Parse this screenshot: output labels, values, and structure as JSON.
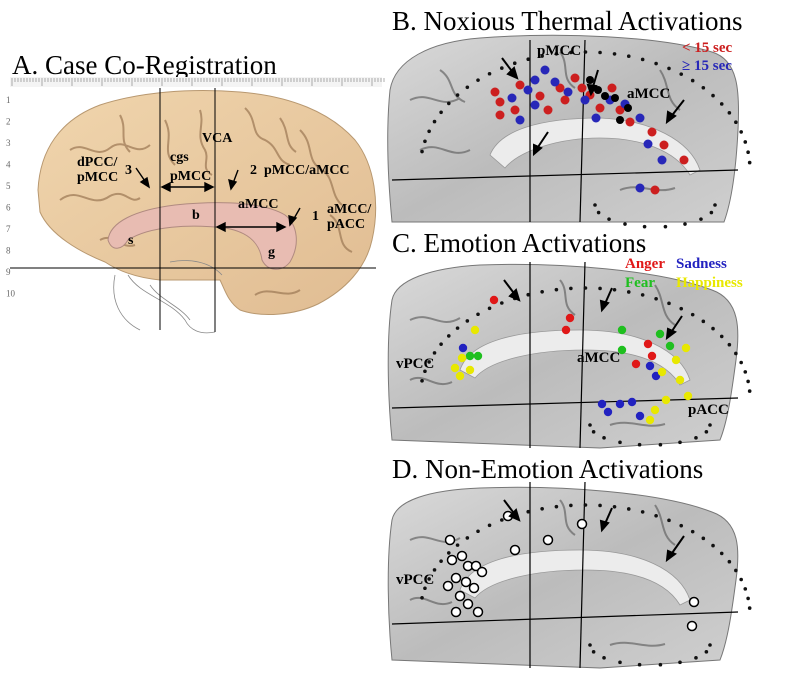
{
  "panels": {
    "a": {
      "title": "A. Case Co-Registration",
      "labels": {
        "vca": "VCA",
        "cgs": "cgs",
        "dpcc": "dPCC/",
        "pmcc_a": "pMCC",
        "n3": "3",
        "pmcc_center": "pMCC",
        "n2": "2",
        "pmcc_amcc": "pMCC/aMCC",
        "amcc": "aMCC",
        "n1": "1",
        "amcc_pacc_1": "aMCC/",
        "amcc_pacc_2": "pACC",
        "s": "s",
        "b": "b",
        "g": "g"
      },
      "ruler_numbers": [
        "1",
        "2",
        "3",
        "4",
        "5",
        "6",
        "7",
        "8",
        "9",
        "10"
      ],
      "colors": {
        "brain": "#e8c8a0",
        "callosum": "#e4b8b0",
        "sulcus": "#a78a68"
      }
    },
    "b": {
      "title": "B. Noxious Thermal Activations",
      "labels": {
        "pmcc": "pMCC",
        "amcc": "aMCC"
      },
      "legend": [
        {
          "label": "< 15 sec",
          "color": "#cc1f1f"
        },
        {
          "label": "≥ 15 sec",
          "color": "#2727b8"
        }
      ]
    },
    "c": {
      "title": "C. Emotion Activations",
      "labels": {
        "vpcc": "vPCC",
        "amcc": "aMCC",
        "pacc": "pACC"
      },
      "legend": [
        {
          "label": "Anger",
          "color": "#e01818"
        },
        {
          "label": "Sadness",
          "color": "#2222c0"
        },
        {
          "label": "Fear",
          "color": "#1fbf1f"
        },
        {
          "label": "Happiness",
          "color": "#e8e800"
        }
      ]
    },
    "d": {
      "title": "D. Non-Emotion Activations",
      "labels": {
        "vpcc": "vPCC"
      }
    }
  }
}
